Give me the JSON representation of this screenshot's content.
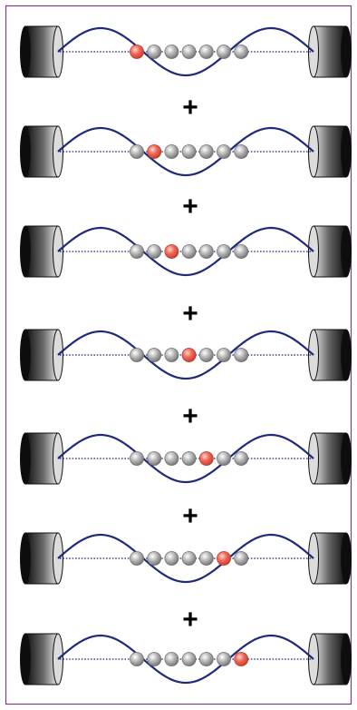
{
  "diagram": {
    "operator": "+",
    "ion_count": 7,
    "highlighted_ion_per_row": [
      0,
      1,
      2,
      3,
      4,
      5,
      6
    ],
    "colors": {
      "frame": "#7a3f7f",
      "wave": "#1f2a7a",
      "axis": "#1f2a7a",
      "ion": "#b9b9b9",
      "ion_highlight": "#f06a5a",
      "electrode_dark": "#0d0d0d",
      "electrode_light": "#e6e6e6",
      "operator": "#000000"
    },
    "icons": [
      "electrode-left",
      "electrode-right",
      "standing-wave",
      "ion-chain"
    ]
  }
}
